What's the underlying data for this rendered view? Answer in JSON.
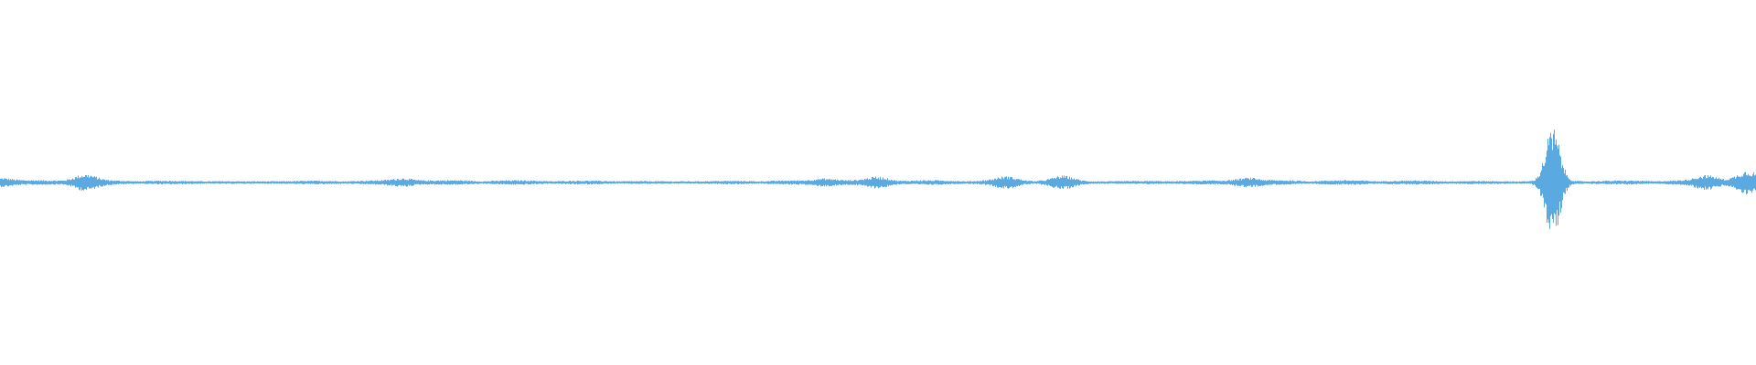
{
  "waveform": {
    "color": "#5aa9e0",
    "background": "#ffffff",
    "baseline_fraction": 0.5,
    "amplitude_fraction": 0.15,
    "noise_level": 0.035,
    "duration_fraction_events": [
      {
        "t": 0.0,
        "amp": 0.06
      },
      {
        "t": 0.048,
        "amp": 0.12
      },
      {
        "t": 0.23,
        "amp": 0.05
      },
      {
        "t": 0.47,
        "amp": 0.05
      },
      {
        "t": 0.5,
        "amp": 0.07
      },
      {
        "t": 0.573,
        "amp": 0.08
      },
      {
        "t": 0.605,
        "amp": 0.1
      },
      {
        "t": 0.71,
        "amp": 0.06
      },
      {
        "t": 0.884,
        "amp": 1.0
      },
      {
        "t": 0.972,
        "amp": 0.1
      },
      {
        "t": 0.995,
        "amp": 0.18
      }
    ]
  }
}
